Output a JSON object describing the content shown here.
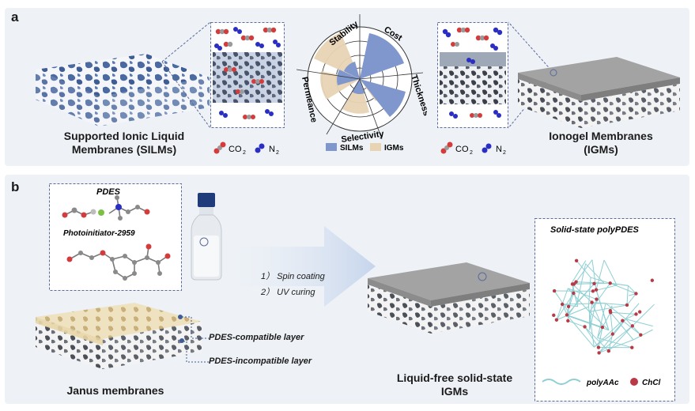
{
  "panel_a": {
    "label": "a",
    "silms_title_line1": "Supported Ionic Liquid",
    "silms_title_line2": "Membranes (SILMs)",
    "igms_title_line1": "Ionogel Membranes",
    "igms_title_line2": "(IGMs)",
    "gas_left": {
      "co2": "CO",
      "co2_sub": "2",
      "n2": "N",
      "n2_sub": "2"
    },
    "gas_right": {
      "co2": "CO",
      "co2_sub": "2",
      "n2": "N",
      "n2_sub": "2"
    },
    "radar": {
      "axes": [
        "Stability",
        "Cost",
        "Thickness",
        "Selectivity",
        "Permeance"
      ],
      "legend": [
        {
          "name": "SILMs",
          "color": "#7f97cc"
        },
        {
          "name": "IGMs",
          "color": "#e8d3b3"
        }
      ]
    }
  },
  "panel_b": {
    "label": "b",
    "pdes_title": "PDES",
    "photoinitiator": "Photoinitiator-2959",
    "step1": "1） Spin coating",
    "step2": "2） UV curing",
    "compatible_layer": "PDES-compatible layer",
    "incompatible_layer": "PDES-incompatible layer",
    "janus_title": "Janus membranes",
    "product_title_line1": "Liquid-free solid-state",
    "product_title_line2": "IGMs",
    "solid_state_title": "Solid-state polyPDES",
    "legend_polymer": "polyAAc",
    "legend_salt": "ChCl"
  },
  "colors": {
    "co2_red": "#d63b3b",
    "n2_blue": "#2a2ec2",
    "carbon_grey": "#9a9a9a",
    "membrane_blue": "#4a6aa0",
    "membrane_tan": "#e9d6a6",
    "coating_grey": "#8f8f8f",
    "dash_frame": "#5a6a9c"
  },
  "icons": [
    "co2-molecule-icon",
    "n2-molecule-icon",
    "bottle-icon",
    "arrow-icon"
  ]
}
